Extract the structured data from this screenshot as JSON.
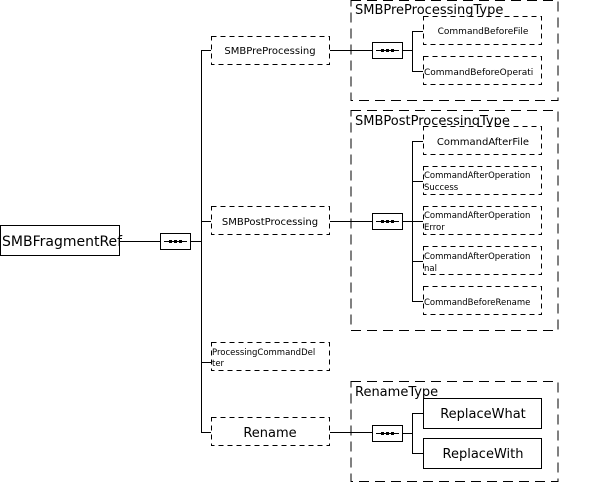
{
  "root": {
    "label": "SMBFragmentRef"
  },
  "root_sequence": {
    "icon": "sequence-compositor"
  },
  "children": [
    {
      "label": "SMBPreProcessing",
      "optional": true
    },
    {
      "label": "SMBPostProcessing",
      "optional": true
    },
    {
      "label_line1": "ProcessingCommandDel",
      "label_line2": "ter",
      "optional": true
    },
    {
      "label": "Rename",
      "optional": true
    }
  ],
  "types": {
    "pre": {
      "title": "SMBPreProcessingType",
      "elements": [
        {
          "label": "CommandBeforeFile",
          "optional": true
        },
        {
          "label": "CommandBeforeOperati",
          "optional": true
        }
      ]
    },
    "post": {
      "title": "SMBPostProcessingType",
      "elements": [
        {
          "label": "CommandAfterFile",
          "optional": true
        },
        {
          "label_line1": "CommandAfterOperation",
          "label_line2": "Success",
          "optional": true
        },
        {
          "label_line1": "CommandAfterOperation",
          "label_line2": "Error",
          "optional": true
        },
        {
          "label_line1": "CommandAfterOperation",
          "label_line2": "nal",
          "optional": true
        },
        {
          "label": "CommandBeforeRename",
          "optional": true
        }
      ]
    },
    "rename": {
      "title": "RenameType",
      "elements": [
        {
          "label": "ReplaceWhat",
          "optional": false
        },
        {
          "label": "ReplaceWith",
          "optional": false
        }
      ]
    }
  }
}
